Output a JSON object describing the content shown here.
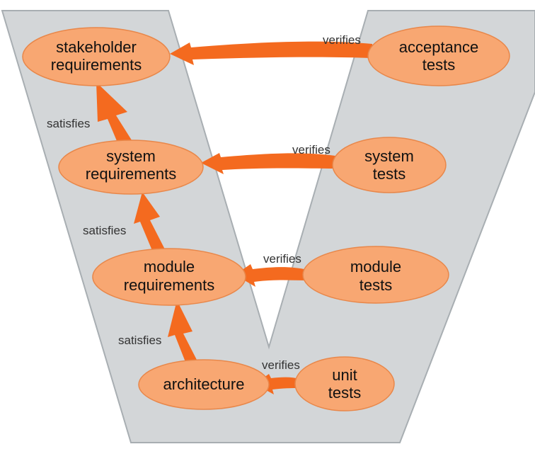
{
  "colors": {
    "v_fill": "#d3d6d8",
    "v_stroke": "#a8aeb2",
    "node_fill": "#f8a772",
    "node_stroke": "#e8874a",
    "arrow": "#f46a1f"
  },
  "nodes": {
    "stakeholder_requirements": {
      "line1": "stakeholder",
      "line2": "requirements"
    },
    "system_requirements": {
      "line1": "system",
      "line2": "requirements"
    },
    "module_requirements": {
      "line1": "module",
      "line2": "requirements"
    },
    "architecture": {
      "line1": "architecture"
    },
    "acceptance_tests": {
      "line1": "acceptance",
      "line2": "tests"
    },
    "system_tests": {
      "line1": "system",
      "line2": "tests"
    },
    "module_tests": {
      "line1": "module",
      "line2": "tests"
    },
    "unit_tests": {
      "line1": "unit",
      "line2": "tests"
    }
  },
  "edges": {
    "satisfies_1": "satisfies",
    "satisfies_2": "satisfies",
    "satisfies_3": "satisfies",
    "verifies_1": "verifies",
    "verifies_2": "verifies",
    "verifies_3": "verifies",
    "verifies_4": "verifies"
  }
}
